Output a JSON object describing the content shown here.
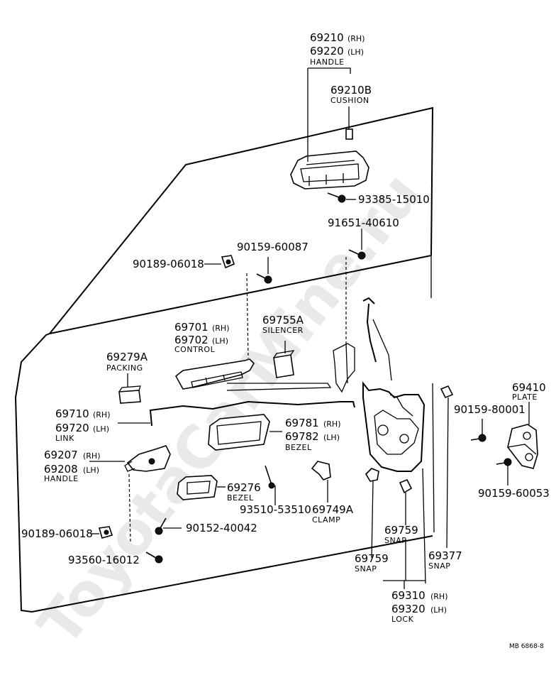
{
  "watermark": "ToyotaCarMine.ru",
  "drawing_code": "MB 6868-8",
  "parts": {
    "handle_outer": {
      "rh": "69210",
      "rh_tag": "(RH)",
      "lh": "69220",
      "lh_tag": "(LH)",
      "name": "HANDLE"
    },
    "cushion": {
      "no": "69210B",
      "name": "CUSHION"
    },
    "screw_93385": {
      "no": "93385-15010"
    },
    "bolt_91651": {
      "no": "91651-40610"
    },
    "clip_90189_top": {
      "no": "90189-06018"
    },
    "screw_90159_60087": {
      "no": "90159-60087"
    },
    "control": {
      "rh": "69701",
      "rh_tag": "(RH)",
      "lh": "69702",
      "lh_tag": "(LH)",
      "name": "CONTROL"
    },
    "silencer": {
      "no": "69755A",
      "name": "SILENCER"
    },
    "packing": {
      "no": "69279A",
      "name": "PACKING"
    },
    "link": {
      "rh": "69710",
      "rh_tag": "(RH)",
      "lh": "69720",
      "lh_tag": "(LH)",
      "name": "LINK"
    },
    "bezel_inner": {
      "rh": "69781",
      "rh_tag": "(RH)",
      "lh": "69782",
      "lh_tag": "(LH)",
      "name": "BEZEL"
    },
    "handle_inner": {
      "rh": "69207",
      "rh_tag": "(RH)",
      "lh": "69208",
      "lh_tag": "(LH)",
      "name": "HANDLE"
    },
    "bezel_small": {
      "no": "69276",
      "name": "BEZEL"
    },
    "screw_93510": {
      "no": "93510-53510"
    },
    "clamp": {
      "no": "69749A",
      "name": "CLAMP"
    },
    "clip_90189_bottom": {
      "no": "90189-06018"
    },
    "screw_90152": {
      "no": "90152-40042"
    },
    "screw_93560": {
      "no": "93560-16012"
    },
    "snap_69759_a": {
      "no": "69759",
      "name": "SNAP"
    },
    "snap_69759_b": {
      "no": "69759",
      "name": "SNAP"
    },
    "snap_69377": {
      "no": "69377",
      "name": "SNAP"
    },
    "lock": {
      "rh": "69310",
      "rh_tag": "(RH)",
      "lh": "69320",
      "lh_tag": "(LH)",
      "name": "LOCK"
    },
    "plate": {
      "no": "69410",
      "name": "PLATE"
    },
    "screw_90159_80001": {
      "no": "90159-80001"
    },
    "screw_90159_60053": {
      "no": "90159-60053"
    }
  }
}
